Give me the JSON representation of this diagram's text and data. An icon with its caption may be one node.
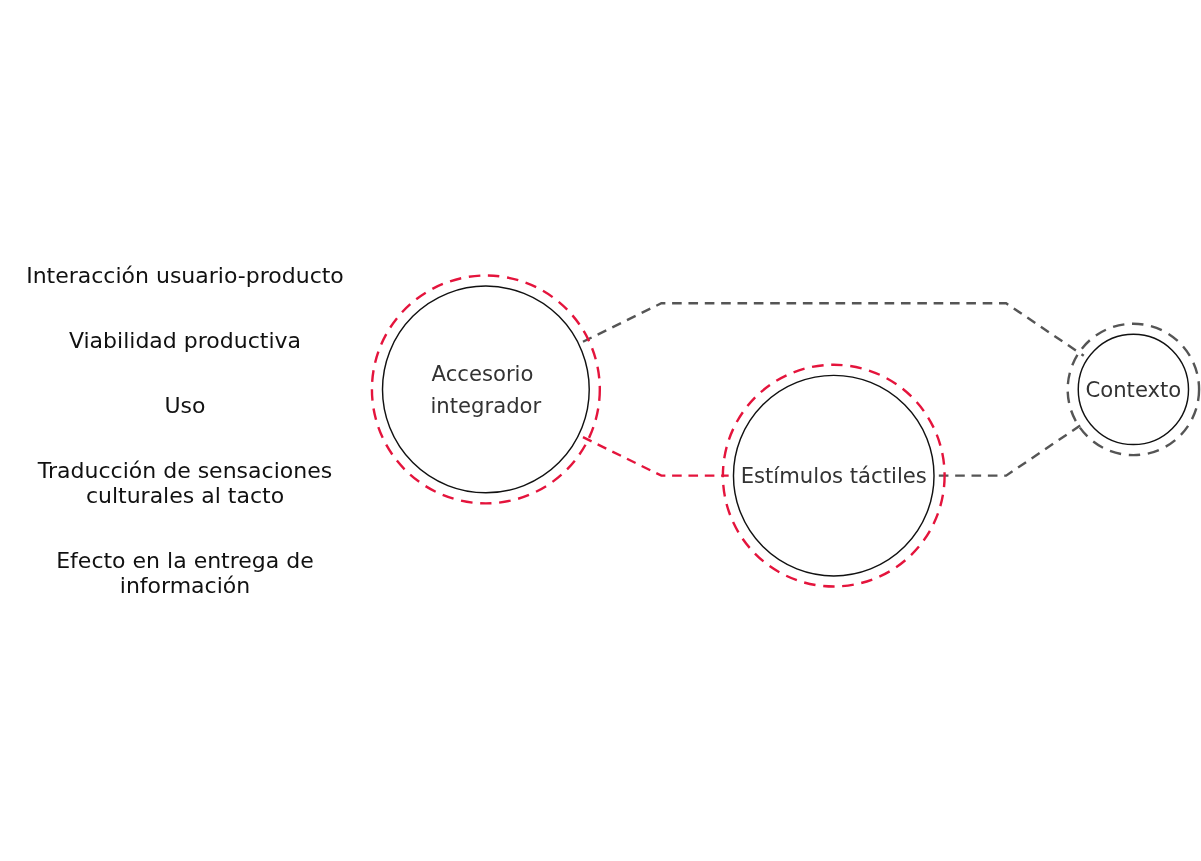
{
  "diagram": {
    "nodes": [
      {
        "text": [
          "Accesorio integrador"
        ]
      },
      {
        "text": [
          "Estímulos táctiles"
        ]
      },
      {
        "text": [
          "Contexto"
        ]
      }
    ],
    "edges": [
      {
        "from": 0,
        "to": 1,
        "arrow": "none",
        "style": "dashed",
        "color": "#e4143c"
      },
      {
        "from": 0,
        "to": 2,
        "arrow": "none",
        "style": "dashed"
      },
      {
        "from": 1,
        "to": 2,
        "arrow": "none",
        "style": "dashed"
      }
    ],
    "labels": [
      "Interacción usuario-producto",
      "Viabilidad productiva",
      "Uso",
      "Traducción de sensaciones culturales al tacto",
      "Efecto en la entrega de información"
    ]
  }
}
